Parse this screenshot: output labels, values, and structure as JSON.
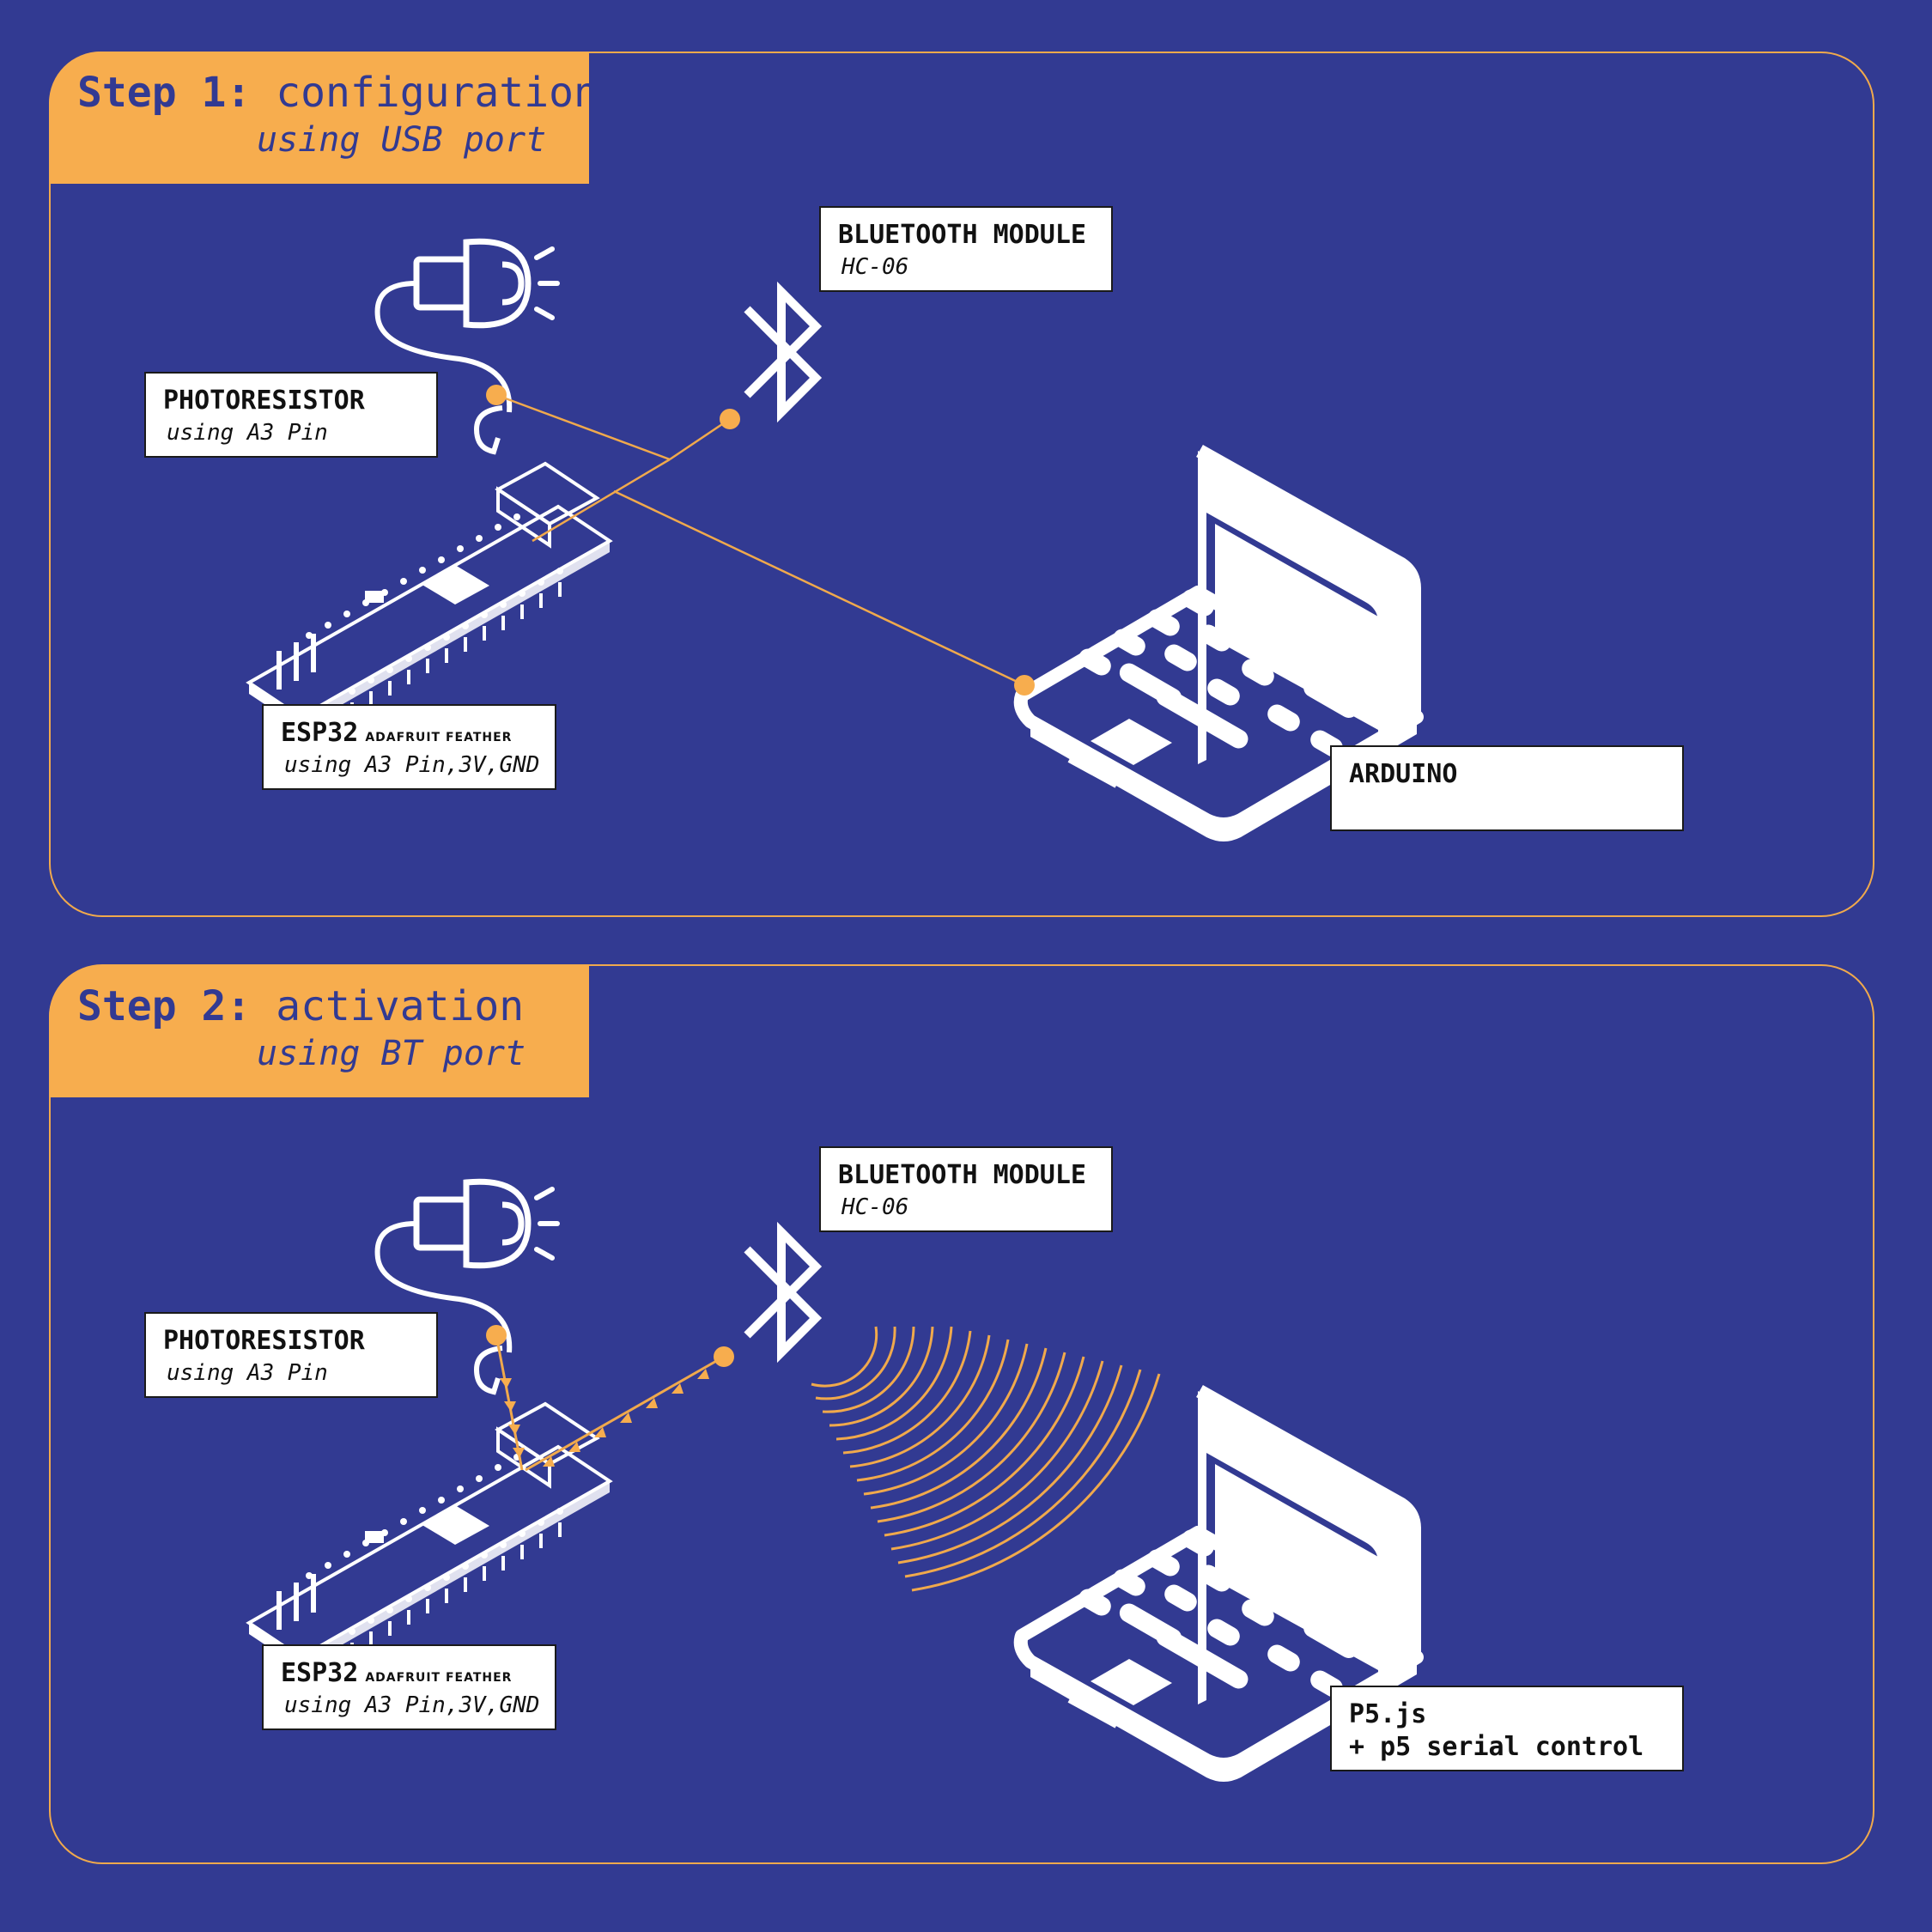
{
  "step1": {
    "title_bold": "Step 1:",
    "title_rest": "configuration",
    "subtitle": "using USB port",
    "bluetooth": {
      "title": "BLUETOOTH MODULE",
      "sub": "HC-06"
    },
    "photoresistor": {
      "title": "PHOTORESISTOR",
      "sub": "using A3 Pin"
    },
    "esp32": {
      "title": "ESP32",
      "small": "ADAFRUIT FEATHER",
      "sub": "using A3 Pin,3V,GND"
    },
    "computer": {
      "title": "ARDUINO",
      "sub": ""
    }
  },
  "step2": {
    "title_bold": "Step 2:",
    "title_rest": "activation",
    "subtitle": "using BT port",
    "bluetooth": {
      "title": "BLUETOOTH MODULE",
      "sub": "HC-06"
    },
    "photoresistor": {
      "title": "PHOTORESISTOR",
      "sub": "using A3 Pin"
    },
    "esp32": {
      "title": "ESP32",
      "small": "ADAFRUIT FEATHER",
      "sub": "using A3 Pin,3V,GND"
    },
    "computer": {
      "title": "P5.js",
      "sub": "+ p5 serial control"
    }
  },
  "colors": {
    "background": "#323a92",
    "accent": "#f7ad4e",
    "line": "#f0a94c",
    "icon": "#ffffff"
  },
  "icons": [
    "lightbulb-icon",
    "bluetooth-icon",
    "esp32-board-icon",
    "laptop-icon",
    "wireless-signal-icon"
  ]
}
